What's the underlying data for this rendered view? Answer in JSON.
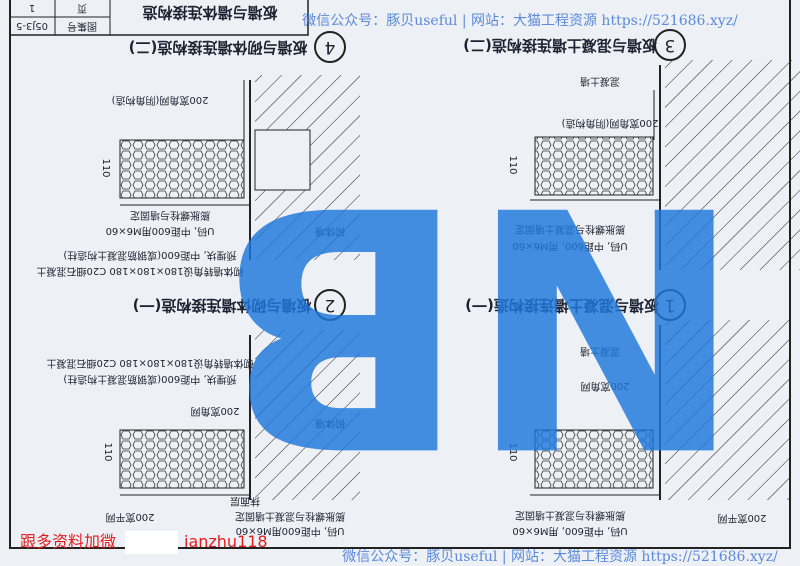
{
  "title_block": {
    "title": "板墙与墙体连接构造",
    "atlas_label": "图集号",
    "atlas_no": "05J3-5",
    "page_label": "页",
    "page_no": "1"
  },
  "details": [
    {
      "no": "1",
      "title": "板墙与混凝土墙连接构造(一)"
    },
    {
      "no": "2",
      "title": "板墙与砌体墙连接构造(一)"
    },
    {
      "no": "3",
      "title": "板墙与混凝土墙连接构造(二)"
    },
    {
      "no": "4",
      "title": "板墙与砌体墙连接构造(二)"
    }
  ],
  "labels": {
    "concrete_wall": "混凝土墙",
    "masonry_wall": "砌体墙",
    "corner_mesh_inner": "200宽角网(阴角构造)",
    "corner_mesh": "200宽角网",
    "flat_mesh": "200宽平网",
    "u_clip_a": "U码, 中距600, 用M6×60",
    "u_clip_b": "U码, 中距600用M6×60",
    "bolt_concrete": "膨胀螺栓与混凝土墙固定",
    "bolt_wall": "膨胀螺栓与墙固定",
    "masonry_corner": "砌体墙转角设180×180×180 C20细石混凝土",
    "embedded_block": "预埋块, 中距600(或钢筋混凝土构造柱)",
    "plaster": "抹面层",
    "dim_110": "110"
  },
  "watermark": {
    "text": "微信公众号：豚贝useful | 网站：大猫工程资源 https://521686.xyz/",
    "logo": "NB",
    "contact_prefix": "跟多资料加微",
    "contact_id": "ianzhu118"
  },
  "colors": {
    "logo": "#1e78dc",
    "ink": "#1c2230",
    "watermark": "#4d7fd6",
    "contact": "#e41b1b"
  }
}
